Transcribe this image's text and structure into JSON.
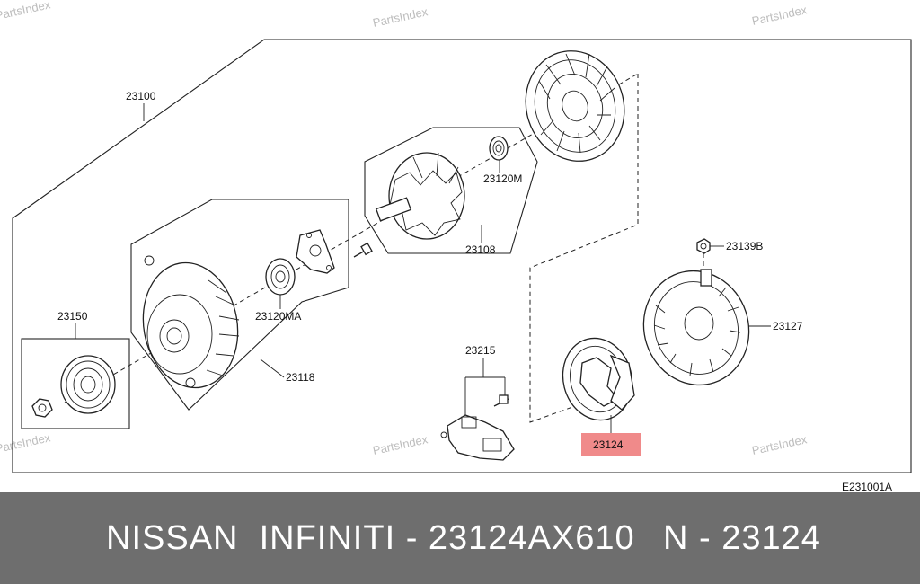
{
  "watermark": "PartsIndex",
  "diagram_code": "E231001A",
  "labels": {
    "p23100": "23100",
    "p23120M": "23120M",
    "p23108": "23108",
    "p23139B": "23139B",
    "p23127": "23127",
    "p23150": "23150",
    "p23120MA": "23120MA",
    "p23118": "23118",
    "p23215": "23215",
    "p23124": "23124"
  },
  "highlight_color": "#f08a8a",
  "footer": {
    "title": "NISSAN  INFINITI - 23124AX610",
    "code": "N - 23124"
  }
}
